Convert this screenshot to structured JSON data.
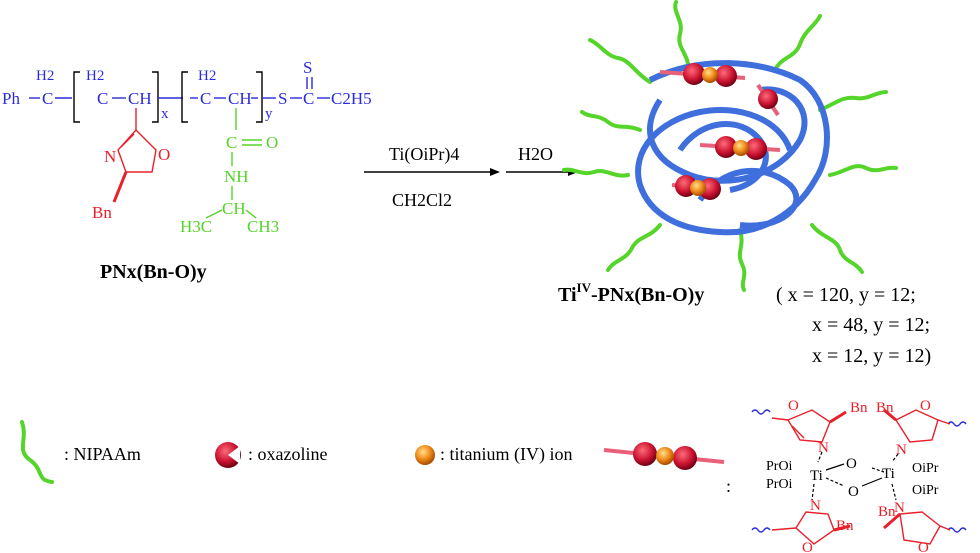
{
  "polymer": {
    "ph_ch2": "Ph",
    "h2a": "H2",
    "h2b": "H2",
    "h2c": "H2",
    "c1": "C",
    "ch1": "CH",
    "c2": "C",
    "ch2": "CH",
    "x_sub": "x",
    "y_sub": "y",
    "s_link": "S",
    "s_top": "S",
    "c_thio": "C",
    "c2h5": "C2H5",
    "oxazoline_n": "N",
    "oxazoline_o": "O",
    "bn": "Bn",
    "amide_c": "C",
    "amide_o": "O",
    "nh": "NH",
    "ch_ipr": "CH",
    "h3c": "H3C",
    "ch3": "CH3",
    "name": "PNx(Bn-O)y"
  },
  "reaction": {
    "reagent_top": "Ti(OiPr)4",
    "reagent_bottom": "CH2Cl2",
    "reagent2": "H2O"
  },
  "product": {
    "name_prefix": "Ti",
    "name_sup": "IV",
    "name_suffix": "-PNx(Bn-O)y",
    "cond1": "( x = 120, y = 12;",
    "cond2": "x = 48, y = 12;",
    "cond3": "x = 12, y = 12)"
  },
  "legend": {
    "nipaam": ": NIPAAm",
    "oxazoline": ": oxazoline",
    "titanium": ": titanium (IV) ion",
    "colon": ":"
  },
  "complex": {
    "o": "O",
    "n": "N",
    "bn": "Bn",
    "ti": "Ti",
    "proi": "PrOi",
    "oipr": "OiPr"
  },
  "colors": {
    "polymer_backbone": "#2b2bd9",
    "oxazoline": "#e8202a",
    "nipaam": "#55d42a",
    "coil": "#3f6fdc",
    "titanium": "#f08c1c"
  }
}
